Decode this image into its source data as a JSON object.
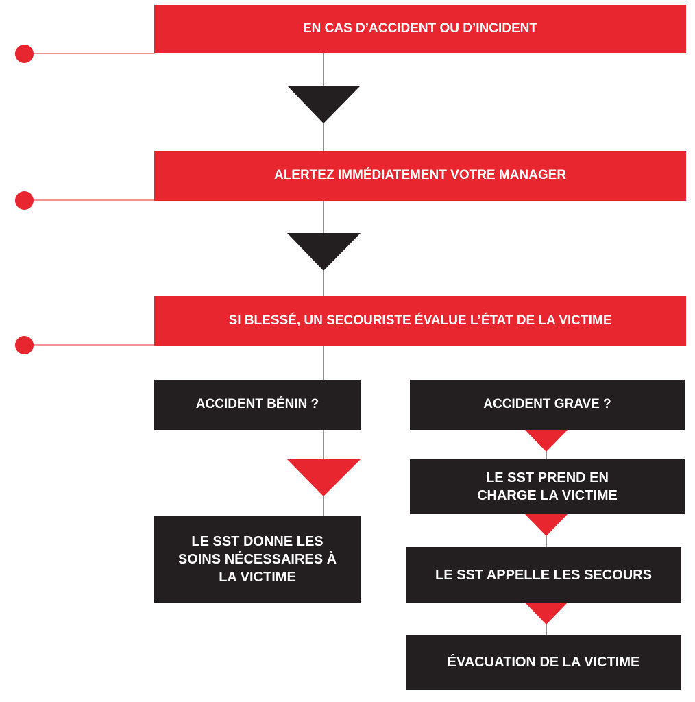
{
  "colors": {
    "red": "#e8262f",
    "dark": "#231f20",
    "line": "#231f20"
  },
  "steps": {
    "step1": "EN CAS D’ACCIDENT OU D’INCIDENT",
    "step2": "ALERTEZ IMMÉDIATEMENT VOTRE MANAGER",
    "step3": "SI BLESSÉ, UN SECOURISTE ÉVALUE L’ÉTAT DE LA VICTIME"
  },
  "left_branch": {
    "question": "ACCIDENT BÉNIN ?",
    "action": "LE SST DONNE LES SOINS NÉCESSAIRES À LA VICTIME"
  },
  "right_branch": {
    "question": "ACCIDENT GRAVE ?",
    "action1": "LE SST PREND EN CHARGE LA VICTIME",
    "action2": "LE SST APPELLE LES SECOURS",
    "action3": "ÉVACUATION DE LA VICTIME"
  }
}
